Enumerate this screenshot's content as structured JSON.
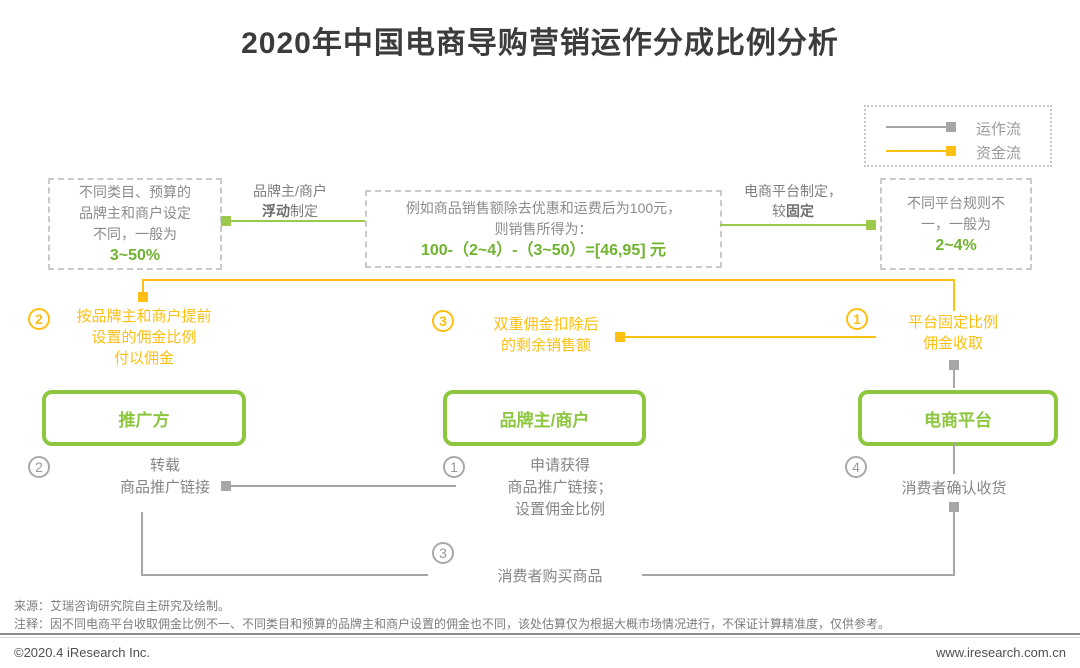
{
  "title": "2020年中国电商导购营销运作分成比例分析",
  "legend": {
    "operation_flow": "运作流",
    "capital_flow": "资金流"
  },
  "colors": {
    "green": "#8dc63f",
    "yellow": "#fcbf12",
    "gray": "#a6a6a6"
  },
  "top": {
    "left_box": {
      "text": "不同类目、预算的\n品牌主和商户设定\n不同，一般为",
      "highlight": "3~50%"
    },
    "left_label": {
      "line1": "品牌主/商户",
      "bold": "浮动",
      "rest": "制定"
    },
    "center_box": {
      "text": "例如商品销售额除去优惠和运费后为100元，\n则销售所得为：",
      "formula": "100-（2~4）-（3~50）=[46,95] 元"
    },
    "right_label": {
      "line1": "电商平台制定，",
      "pre": "较",
      "bold": "固定"
    },
    "right_box": {
      "text": "不同平台规则不\n一，一般为",
      "highlight": "2~4%"
    }
  },
  "capital_steps": {
    "step2": {
      "num": "2",
      "text": "按品牌主和商户提前\n设置的佣金比例\n付以佣金"
    },
    "step3": {
      "num": "3",
      "text": "双重佣金扣除后\n的剩余销售额"
    },
    "step1": {
      "num": "1",
      "text": "平台固定比例\n佣金收取"
    }
  },
  "entities": {
    "promoter": "推广方",
    "brand": "品牌主/商户",
    "platform": "电商平台"
  },
  "operation_steps": {
    "step2": {
      "num": "2",
      "text": "转载\n商品推广链接"
    },
    "step1": {
      "num": "1",
      "text": "申请获得\n商品推广链接；\n设置佣金比例"
    },
    "step4": {
      "num": "4",
      "text": "消费者确认收货"
    },
    "step3": {
      "num": "3",
      "text": "消费者购买商品"
    }
  },
  "footer": {
    "source": "来源：艾瑞咨询研究院自主研究及绘制。",
    "note": "注释：因不同电商平台收取佣金比例不一、不同类目和预算的品牌主和商户设置的佣金也不同，该处估算仅为根据大概市场情况进行，不保证计算精准度，仅供参考。",
    "copyright": "©2020.4 iResearch Inc.",
    "website": "www.iresearch.com.cn"
  }
}
